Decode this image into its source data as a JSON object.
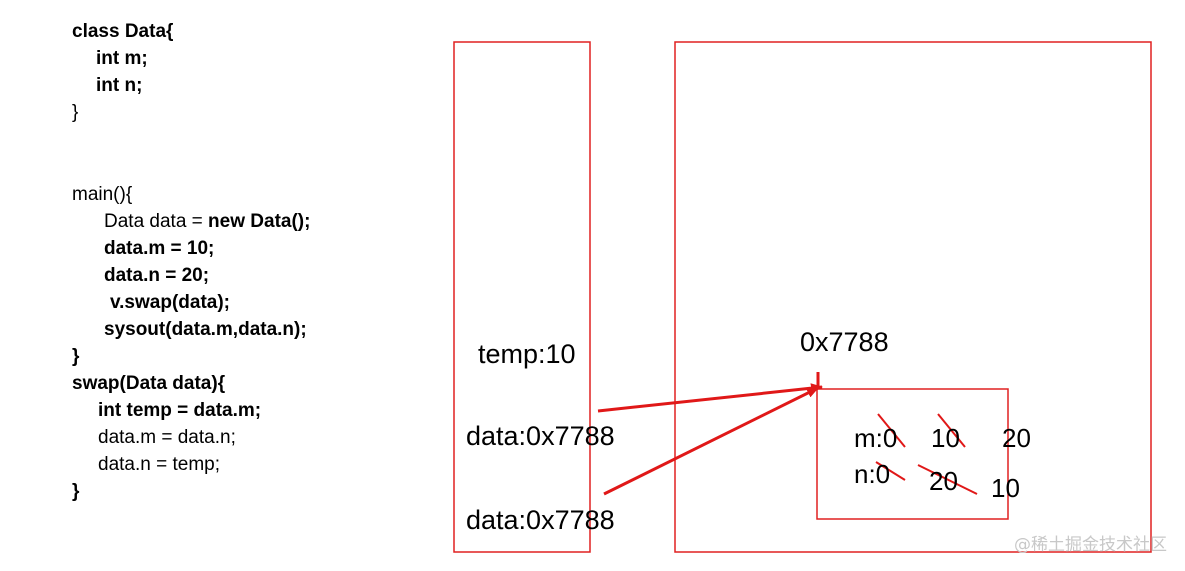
{
  "colors": {
    "frame": "#e02020",
    "arrow": "#e01818",
    "text": "#000000",
    "watermark": "#c8c8c8"
  },
  "code": {
    "l1": "class Data{",
    "l2": "int m;",
    "l3": "int n;",
    "l4": "}",
    "l5": "main(){",
    "l6a": "Data data = ",
    "l6b": "new Data();",
    "l7": "data.m = 10;",
    "l8": "data.n = 20;",
    "l9": "v.swap(data);",
    "l10": "sysout(data.m,data.n);",
    "l11": "}",
    "l12": "swap(Data data){",
    "l13": "int temp = data.m;",
    "l14": "data.m = data.n;",
    "l15": "data.n = temp;",
    "l16": "}"
  },
  "stack": {
    "temp": "temp:10",
    "data_swap": "data:0x7788",
    "data_main": "data:0x7788"
  },
  "heap": {
    "address": "0x7788",
    "m_label": "m:0",
    "m_v1": "10",
    "m_v2": "20",
    "n_label": "n:0",
    "n_v1": "20",
    "n_v2": "10"
  },
  "watermark": "@稀土掘金技术社区"
}
